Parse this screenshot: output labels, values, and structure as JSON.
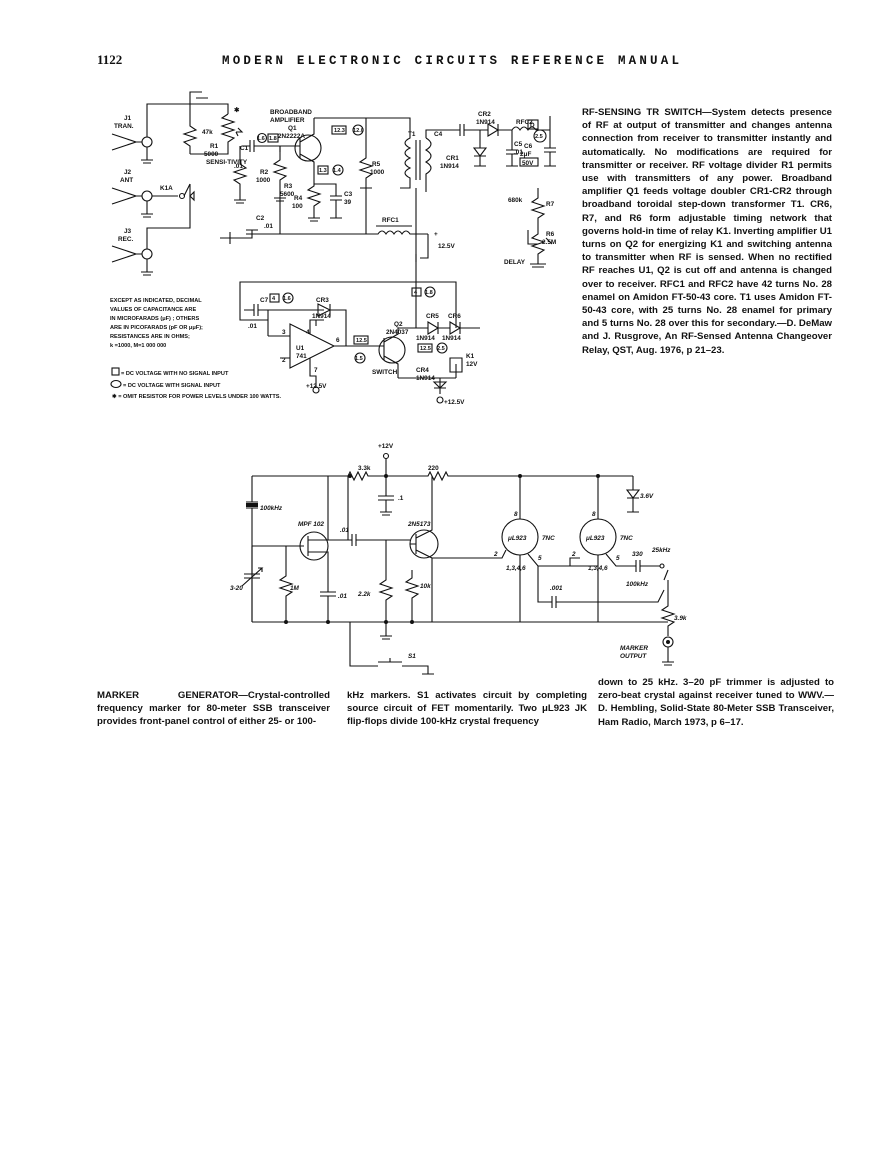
{
  "header": {
    "page_number": "1122",
    "manual_title": "MODERN ELECTRONIC CIRCUITS REFERENCE MANUAL"
  },
  "circuit1": {
    "caption": {
      "title": "RF-SENSING TR SWITCH",
      "body": "—System detects presence of RF at output of transmitter and changes antenna connection from receiver to transmitter instantly and automatically. No modifications are required for transmitter or receiver. RF voltage divider R1 permits use with transmitters of any power. Broadband amplifier Q1 feeds voltage doubler CR1-CR2 through broadband toroidal step-down transformer T1. CR6, R7, and R6 form adjustable timing network that governs hold-in time of relay K1. Inverting amplifier U1 turns on Q2 for energizing K1 and switching antenna to transmitter when RF is sensed. When no rectified RF reaches U1, Q2 is cut off and antenna is changed over to receiver. RFC1 and RFC2 have 42 turns No. 28 enamel on Amidon FT-50-43 core. T1 uses Amidon FT-50-43 core, with 25 turns No. 28 enamel for primary and 5 turns No. 28 over this for secondary.—D. DeMaw and J. Rusgrove, An RF-Sensed Antenna Changeover Relay, QST, Aug. 1976, p 21–23."
    },
    "labels": {
      "j1": "J1",
      "tran": "TRAN.",
      "j2": "J2",
      "ant": "ANT",
      "j3": "J3",
      "rec": "REC.",
      "k1a": "K1A",
      "r_47k": "47k",
      "r1": "R1",
      "r1_val": "5000",
      "sensitivity": "SENSI-TIVITY",
      "c1_val": ".01",
      "broadband": "BROADBAND",
      "amplifier": "AMPLIFIER",
      "q1": "Q1",
      "q1_part": "2N2222A",
      "v1": "1.6",
      "v2": "1.8",
      "v3": "12.3",
      "v4": "12.0",
      "v5": "1.3",
      "v6": "1.4",
      "r2": "R2",
      "r2_val": "1000",
      "r3": "R3",
      "r3_val": "5600",
      "r4": "R4",
      "r4_val": "100",
      "c3": "C3",
      "c3_val": "39",
      "r5": "R5",
      "r5_val": "1000",
      "t1": "T1",
      "c2": "C2",
      "c2_val": ".01",
      "rfc1": "RFC1",
      "plus125": "+",
      "v125": "12.5V",
      "c4": "C4",
      "cr2": "CR2",
      "cr2_part": "1N914",
      "cr1": "CR1",
      "cr1_part": "1N914",
      "rfc2": "RFC2",
      "c5": "C5",
      "c5_val": ".01",
      "c6": "C6",
      "c6_val": "2μF",
      "c6_v": "50V",
      "d_box": "D",
      "v25": "2.5",
      "r7": "R7",
      "r7_val": "680k",
      "r6": "R6",
      "r6_val": "2.5M",
      "delay": "DELAY",
      "cr3": "CR3",
      "cr3_part": "1N914",
      "c7": "C7",
      "c7_val": ".01",
      "u1": "U1",
      "u1_part": "741",
      "pin2": "2",
      "pin3": "3",
      "pin4": "4",
      "pin6": "6",
      "pin7": "7",
      "u_v4": "4",
      "u_v16": "1.6",
      "v_l4": "4",
      "v_l18": "1.8",
      "q2": "Q2",
      "q2_part": "2N4037",
      "cr5": "CR5",
      "cr6": "CR6",
      "cr5_part": "1N914",
      "cr6_part": "1N914",
      "v12_5b": "12.5",
      "v1_5": "1.5",
      "v12_5c": "12.5",
      "v2_5b": "2.5",
      "k1": "K1",
      "k1_v": "12V",
      "switch": "SWITCH",
      "cr4": "CR4",
      "cr4_part": "1N914",
      "u1_supply": "+12.5V",
      "plus125b": "+12.5V"
    },
    "notes": {
      "n1": "EXCEPT AS INDICATED, DECIMAL",
      "n2": "VALUES OF CAPACITANCE ARE",
      "n3": "IN MICROFARADS (μF) ; OTHERS",
      "n4": "ARE IN PICOFARADS (pF OR μμF);",
      "n5": "RESISTANCES ARE IN OHMS;",
      "n6": "k =1000, M=1 000 000",
      "legend_box": "= DC VOLTAGE WITH NO SIGNAL INPUT",
      "legend_circle": "= DC VOLTAGE WITH SIGNAL INPUT",
      "legend_star": "✱ = OMIT RESISTOR FOR POWER LEVELS UNDER 100 WATTS."
    }
  },
  "circuit2": {
    "caption": {
      "title": "MARKER GENERATOR",
      "col1": "—Crystal-controlled frequency marker for 80-meter SSB transceiver provides front-panel control of either 25- or 100-",
      "col2": "kHz markers. S1 activates circuit by completing source circuit of FET momentarily. Two μL923 JK flip-flops divide 100-kHz crystal frequency",
      "col3": "down to 25 kHz. 3–20 pF trimmer is adjusted to zero-beat crystal against receiver tuned to WWV.—D. Hembling, Solid-State 80-Meter SSB Transceiver, Ham Radio, March 1973, p 6–17."
    },
    "labels": {
      "v12": "+12V",
      "r33k": "3.3k",
      "r220": "220",
      "c_01a": ".1",
      "xtal": "100kHz",
      "fet": "MPF 102",
      "c_01b": ".01",
      "tr": "2N5173",
      "trim": "3-20",
      "r1m": "1M",
      "c_01c": ".01",
      "r22k": "2.2k",
      "r10k": "10k",
      "ic1": "μL923",
      "ic2": "μL923",
      "p8a": "8",
      "p7nca": "7NC",
      "p2a": "2",
      "p5a": "5",
      "p1346a": "1,3,4,6",
      "p8b": "8",
      "p7ncb": "7NC",
      "p2b": "2",
      "p5b": "5",
      "p1346b": "1,3,4,6",
      "c001": ".001",
      "r330": "330",
      "f25": "25kHz",
      "f100": "100kHz",
      "v36": "3.6V",
      "r39k": "3.9k",
      "marker": "MARKER",
      "output": "OUTPUT",
      "s1": "S1"
    }
  }
}
